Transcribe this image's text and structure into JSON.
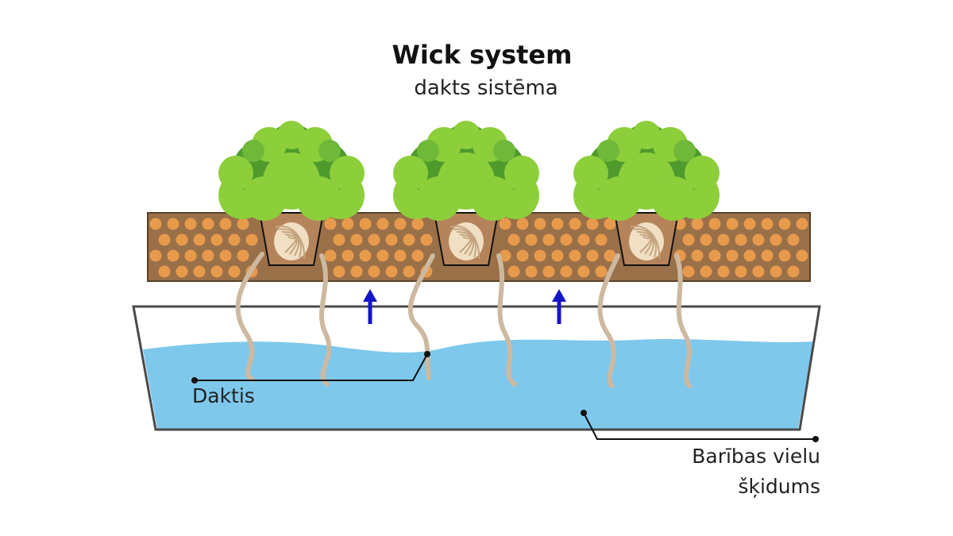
{
  "title": "Wick system",
  "subtitle": "dakts sistēma",
  "labels": {
    "wick": "Daktis",
    "solution_line1": "Barības vielu",
    "solution_line2": "šķidums"
  },
  "colors": {
    "water": "#7ec8ec",
    "substrate": "#9a7049",
    "pellet": "#e89a4c",
    "leaf_light": "#8ccf3b",
    "leaf_dark": "#4e9a2c",
    "wick": "#cdb9a0",
    "arrow": "#1515c8",
    "outline": "#4a4a4a"
  },
  "icons": [
    "lettuce-plant-icon",
    "net-pot-icon",
    "up-arrow-icon"
  ]
}
